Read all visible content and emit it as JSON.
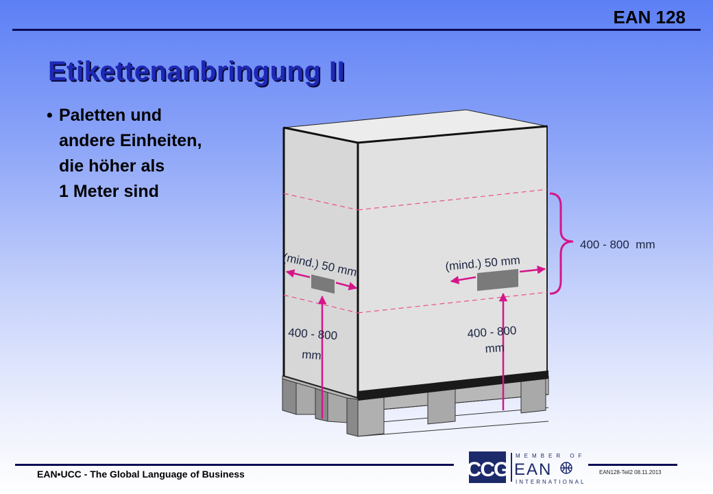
{
  "header": {
    "code_label": "EAN 128"
  },
  "slide": {
    "title": "Etikettenanbringung II",
    "bullet_lines": [
      "Paletten und",
      "andere Einheiten,",
      "die höher als",
      "1 Meter sind"
    ]
  },
  "diagram": {
    "side_label_width": "(mind.) 50 mm",
    "front_label_width": "(mind.) 50 mm",
    "side_height_line1": "400 - 800",
    "side_height_line2": "mm",
    "front_height_line1": "400 - 800",
    "front_height_line2": "mm",
    "zone_label": "400 - 800  mm",
    "colors": {
      "dimension": "#d4168a",
      "zone_line": "#e8508c",
      "label": "#7a7a7a",
      "box": "#dedede"
    }
  },
  "footer": {
    "tagline": "EAN•UCC - The Global Language of Business",
    "logo_ccg": "CCG",
    "logo_member": "MEMBER OF",
    "logo_ean": "EAN",
    "logo_international": "INTERNATIONAL",
    "doc_ref": "EAN128-Teil2",
    "date": "08.11.2013"
  }
}
